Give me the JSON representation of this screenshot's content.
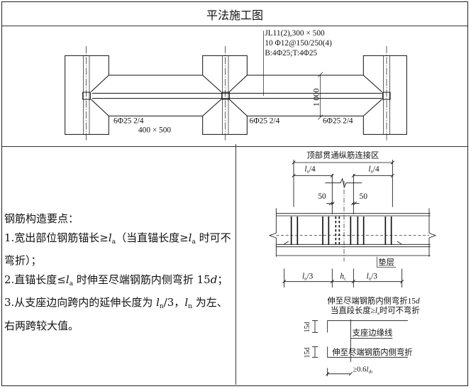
{
  "header": {
    "title": "平法施工图"
  },
  "plan": {
    "beam_label": "JL11(2),300 × 500",
    "stirrup": "10 Φ12@150/250(4)",
    "long_bars": "B:4Φ25;T:4Φ25",
    "width_dim": "1 000",
    "bars_left": "6Φ25 2/4",
    "size_left": "400 × 500",
    "bars_mid": "6Φ25 2/4",
    "bars_right": "6Φ25 2/4"
  },
  "notes": {
    "title": "钢筋构造要点：",
    "item1_a": "1.宽出部位钢筋锚长≥",
    "item1_b": "（当直锚长度≥",
    "item1_c": " 时可不弯折）；",
    "item2_a": "2.直锚长度≤",
    "item2_b": " 时伸至尽端钢筋内侧弯折 15",
    "item2_d": "d",
    "item2_e": "；",
    "item3_a": "3.从支座边向跨内的延伸长度为 ",
    "item3_b": "/3，",
    "item3_c": " 为左、右两跨较大值。",
    "l": "l",
    "sub_a": "a",
    "sub_n": "n"
  },
  "detail": {
    "zone_title": "顶部贯通纵筋连接区",
    "ln4": "/4",
    "d50": "50",
    "cushion": "垫层",
    "ln3": "/3",
    "h": "h",
    "sub_c": "c",
    "note1": "伸至尽端钢筋内侧弯折15",
    "note1_d": "d",
    "note2_a": "当直段长度≥",
    "note2_b": "时可不弯折",
    "d15": "15d",
    "edge_line": "支座边缘线",
    "bend_label": "伸至尽端钢筋内侧弯折",
    "min_len": "≥0.6",
    "sub_ab": "ab",
    "l": "l",
    "sub_n": "n",
    "sub_a": "a"
  }
}
